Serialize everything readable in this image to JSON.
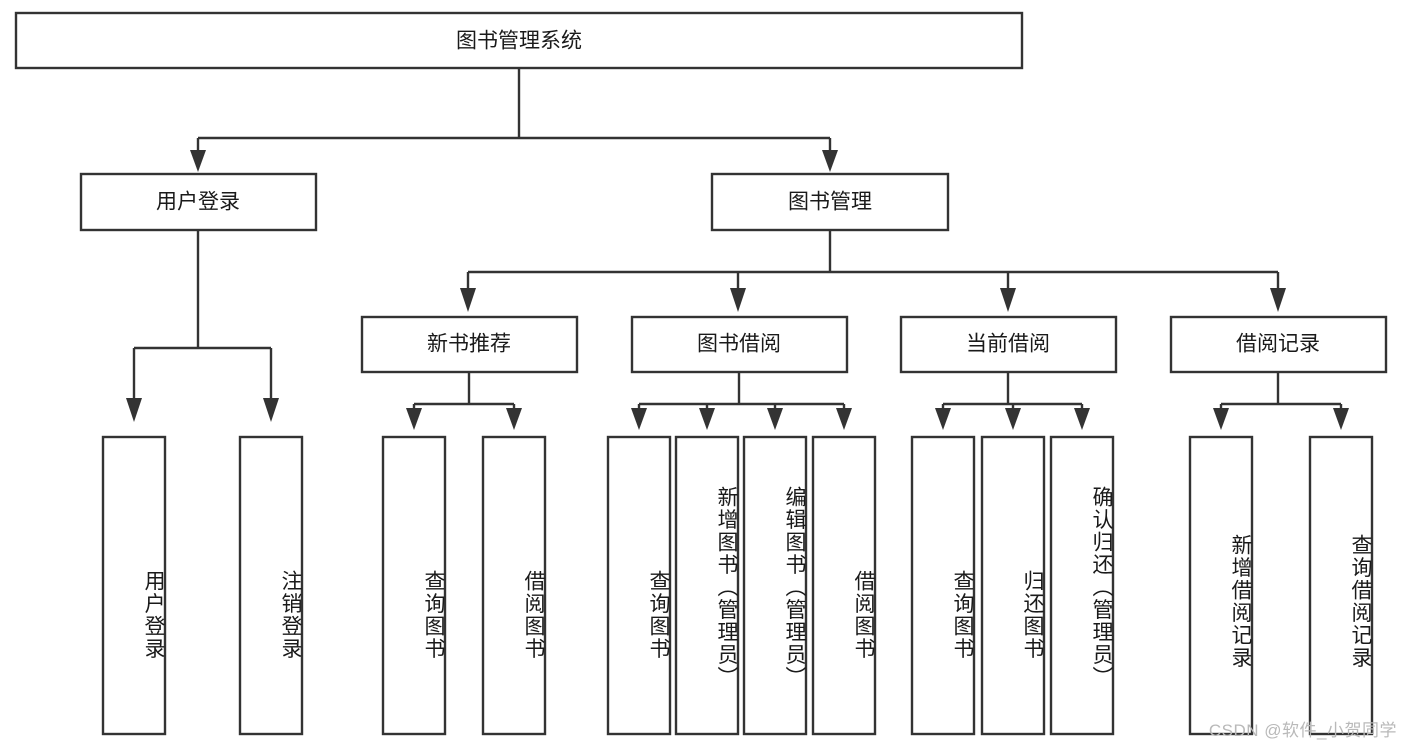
{
  "diagram": {
    "type": "tree-hierarchy",
    "title": "图书管理系统",
    "orientation": "top-down",
    "colors": {
      "box_stroke": "#333333",
      "box_fill": "#ffffff",
      "text": "#1a1a1a",
      "connector": "#333333",
      "background": "#ffffff",
      "watermark": "#b9b9b9"
    },
    "root": {
      "label": "图书管理系统"
    },
    "level2": [
      {
        "label": "用户登录"
      },
      {
        "label": "图书管理"
      }
    ],
    "level3": [
      {
        "label": "新书推荐"
      },
      {
        "label": "图书借阅"
      },
      {
        "label": "当前借阅"
      },
      {
        "label": "借阅记录"
      }
    ],
    "leaves": {
      "user_login": [
        {
          "label": "用户登录"
        },
        {
          "label": "注销登录"
        }
      ],
      "new_book_recommend": [
        {
          "label": "查询图书"
        },
        {
          "label": "借阅图书"
        }
      ],
      "book_borrow": [
        {
          "label": "查询图书"
        },
        {
          "label": "新增图书（管理员）"
        },
        {
          "label": "编辑图书（管理员）"
        },
        {
          "label": "借阅图书"
        }
      ],
      "current_borrow": [
        {
          "label": "查询图书"
        },
        {
          "label": "归还图书"
        },
        {
          "label": "确认归还（管理员）"
        }
      ],
      "borrow_record": [
        {
          "label": "新增借阅记录"
        },
        {
          "label": "查询借阅记录"
        }
      ]
    }
  },
  "watermark": {
    "text": "CSDN @软件_小贺同学"
  }
}
